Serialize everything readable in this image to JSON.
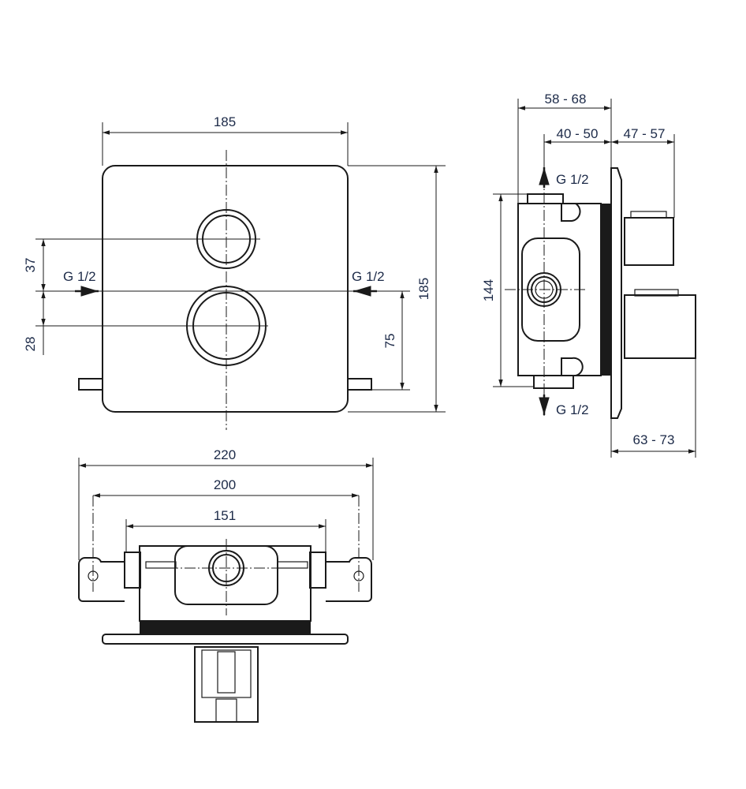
{
  "drawing": {
    "front_view": {
      "width_label": "185",
      "height_label": "185",
      "dim_upper_label": "37",
      "dim_lower_label": "28",
      "dim_right_label": "75",
      "inlet_left_label": "G 1/2",
      "inlet_right_label": "G 1/2"
    },
    "side_view": {
      "depth_total_label": "58 - 68",
      "depth_body_label": "40 - 50",
      "depth_handle_label": "47 - 57",
      "depth_bottom_label": "63 - 73",
      "height_label": "144",
      "outlet_top_label": "G 1/2",
      "outlet_bottom_label": "G 1/2"
    },
    "bottom_view": {
      "overall_width_label": "220",
      "mount_width_label": "200",
      "body_width_label": "151"
    }
  }
}
